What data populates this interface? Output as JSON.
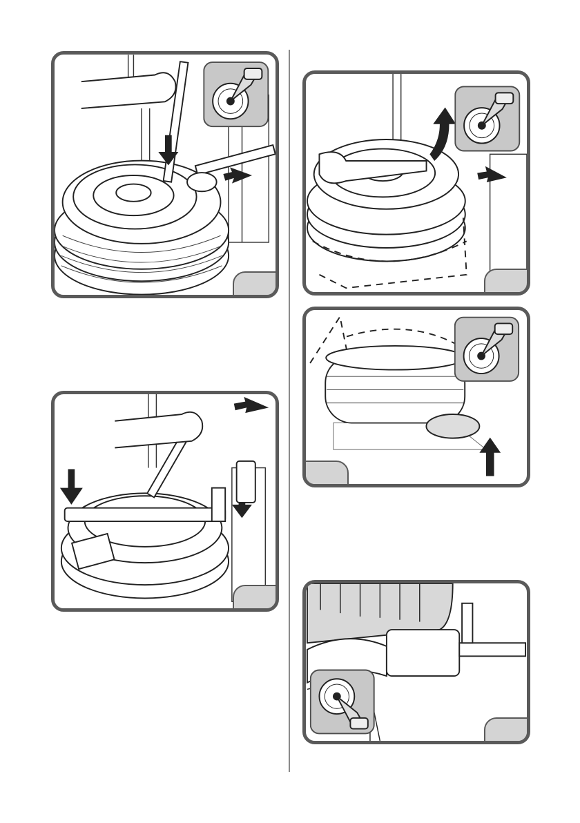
{
  "figures": [
    {
      "id": "fig-1",
      "label": ""
    },
    {
      "id": "fig-2",
      "label": ""
    },
    {
      "id": "fig-3",
      "label": ""
    },
    {
      "id": "fig-4",
      "label": ""
    },
    {
      "id": "fig-5",
      "label": ""
    }
  ],
  "icons": [
    "tool-wheel-icon",
    "arrow-icon",
    "tire-icon",
    "hand-icon"
  ],
  "colors": {
    "frame": "#5a5a5a",
    "inset_bg": "#c8c8c8",
    "badge_bg": "#d4d4d4",
    "line": "#222222"
  }
}
